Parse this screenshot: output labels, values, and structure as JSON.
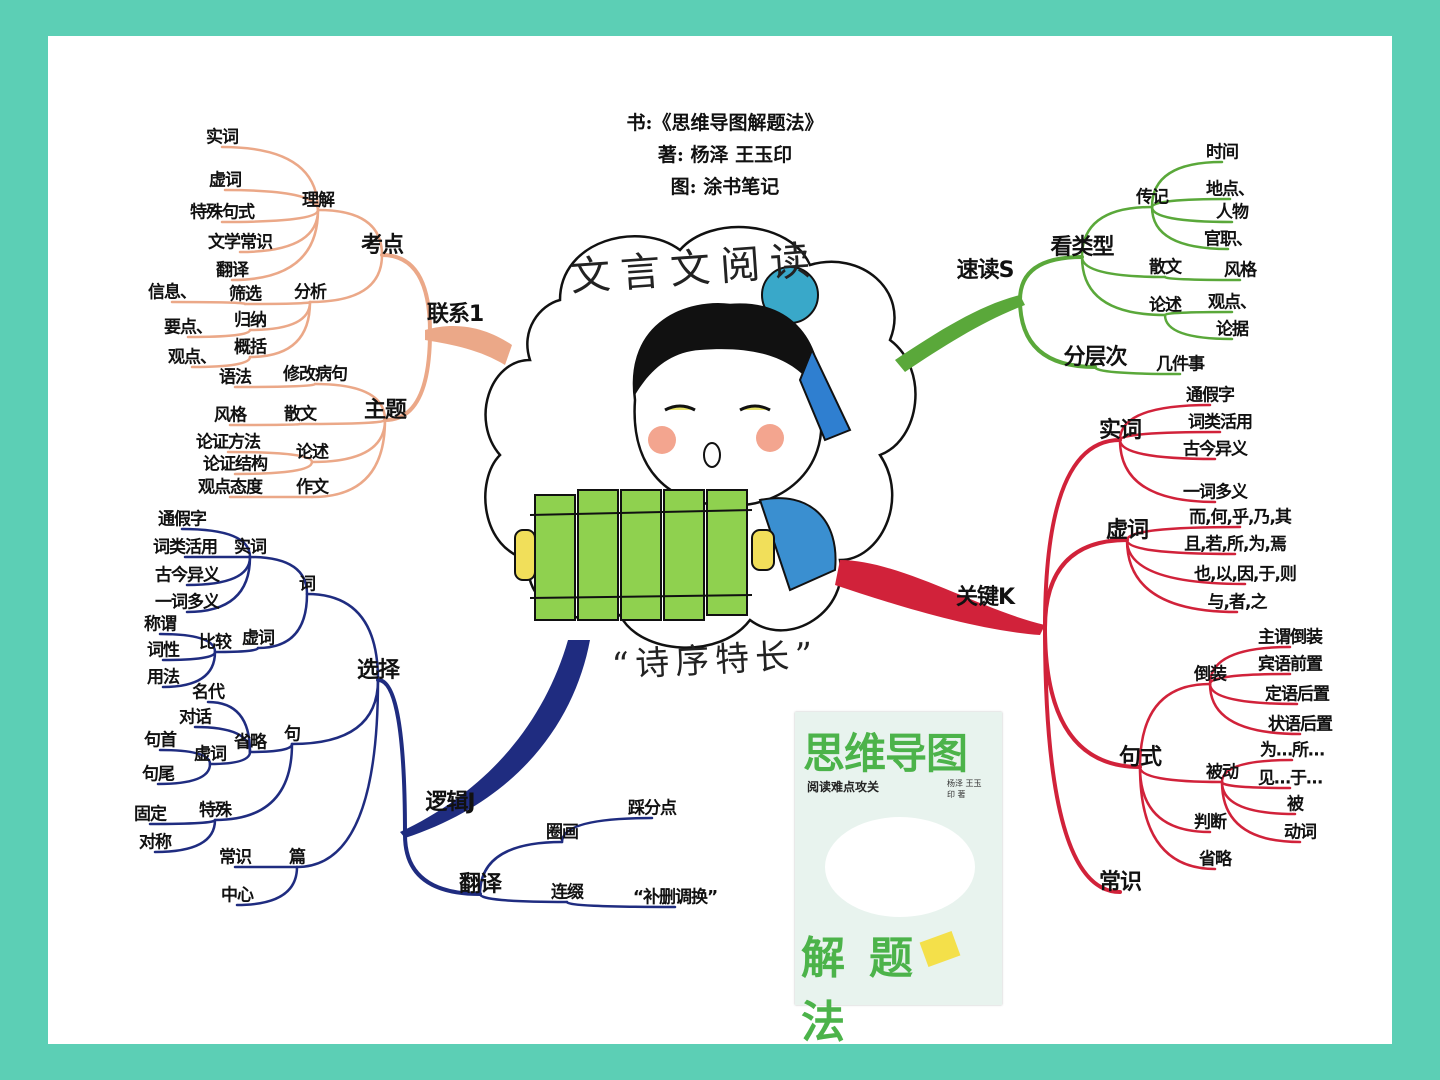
{
  "header": {
    "book": "书:《思维导图解题法》",
    "authors": "著: 杨泽 王玉印",
    "illustrator": "图: 涂书笔记"
  },
  "center": {
    "title": "文言文阅读",
    "caption": "“诗序特长”",
    "icon": "scholar-with-bamboo-scroll"
  },
  "colors": {
    "frame": "#5ccfb5",
    "lianxi": "#eba888",
    "luoji": "#1f2c80",
    "sudu": "#5aa83a",
    "guanjian": "#d1223a"
  },
  "branches": {
    "lianxi": [
      "联系1",
      "考点",
      "主题",
      "理解",
      "分析",
      "实词",
      "虚词",
      "特殊句式",
      "文学常识",
      "翻译",
      "筛选",
      "归纳",
      "概括",
      "信息、",
      "要点、",
      "观点、",
      "修改病句",
      "散文",
      "论述",
      "作文",
      "语法",
      "风格",
      "论证方法",
      "论证结构",
      "观点态度"
    ],
    "luoji": [
      "逻辑J",
      "选择",
      "翻译",
      "词",
      "句",
      "篇",
      "实词",
      "虚词",
      "通假字",
      "词类活用",
      "古今异义",
      "一词多义",
      "比较",
      "称谓",
      "词性",
      "用法",
      "省略",
      "特殊",
      "名代",
      "对话",
      "虚词",
      "句首",
      "句尾",
      "固定",
      "对称",
      "常识",
      "中心",
      "圈画",
      "连缀",
      "踩分点",
      "“补删调换”"
    ],
    "sudu": [
      "速读S",
      "看类型",
      "分层次",
      "传记",
      "散文",
      "论述",
      "时间",
      "地点、",
      "人物",
      "官职、",
      "风格",
      "观点、",
      "论据",
      "几件事"
    ],
    "guanjian": [
      "关键K",
      "实词",
      "虚词",
      "句式",
      "常识",
      "通假字",
      "词类活用",
      "古今异义",
      "一词多义",
      "而,何,乎,乃,其",
      "且,若,所,为,焉",
      "也,以,因,于,则",
      "与,者,之",
      "倒装",
      "被动",
      "判断",
      "省略",
      "主谓倒装",
      "宾语前置",
      "定语后置",
      "状语后置",
      "为…所…",
      "见…于…",
      "被",
      "动词"
    ]
  },
  "book_cover": {
    "title_top": "思维导图",
    "subtitle": "阅读难点攻关",
    "authors": "杨泽 王玉印 著",
    "title_bottom": "解题法"
  }
}
